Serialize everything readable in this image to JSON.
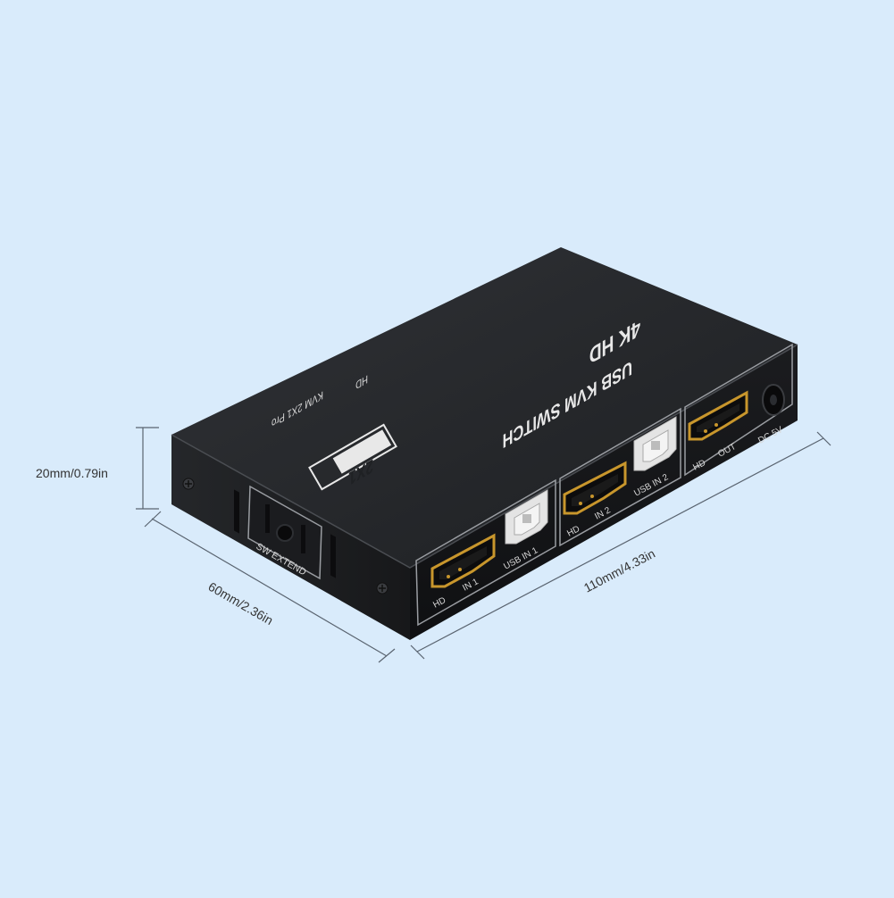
{
  "colors": {
    "background": "#d9ebfb",
    "device_body": "#1f2124",
    "device_top": "#2b2d31",
    "dimension_lines": "#5a6470",
    "port_gold": "#c8962c"
  },
  "dimensions": {
    "height": "20mm/0.79in",
    "depth": "60mm/2.36in",
    "length": "110mm/4.33in"
  },
  "top_panel": {
    "title_line1": "4K HD",
    "title_line2": "USB KVM SWITCH",
    "badge": "2X1",
    "model_line1": "HD",
    "model_line2": "KVM 2X1 Pro"
  },
  "side_panel": {
    "button_label": "SW EXTEND"
  },
  "front_panel": {
    "hdmi_in1_left": "HD",
    "hdmi_in1_right": "IN 1",
    "usb_in1": "USB IN 1",
    "hdmi_in2_left": "HD",
    "hdmi_in2_right": "IN 2",
    "usb_in2": "USB IN 2",
    "hdmi_out_left": "HD",
    "hdmi_out_right": "OUT",
    "dc": "DC 5V"
  }
}
